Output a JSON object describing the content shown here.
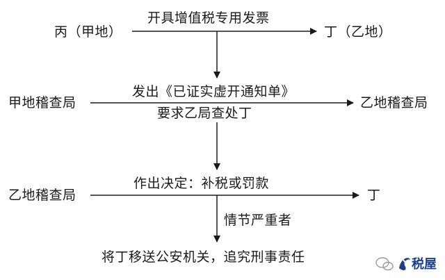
{
  "nodes": {
    "bing": "丙（甲地）",
    "ding_yi": "丁（乙地）",
    "jia_bureau": "甲地稽查局",
    "yi_bureau_right": "乙地稽查局",
    "yi_bureau_left": "乙地稽查局",
    "ding": "丁",
    "final": "将丁移送公安机关，追究刑事责任"
  },
  "edges": {
    "invoice": "开具增值税专用发票",
    "notice": "发出《已证实虚开通知单》",
    "request": "要求乙局查处丁",
    "decision": "作出决定：补税或罚款",
    "serious": "情节严重者"
  },
  "logo": {
    "text": "税屋",
    "color": "#1a3f8a",
    "icon": "wechat-icon"
  }
}
